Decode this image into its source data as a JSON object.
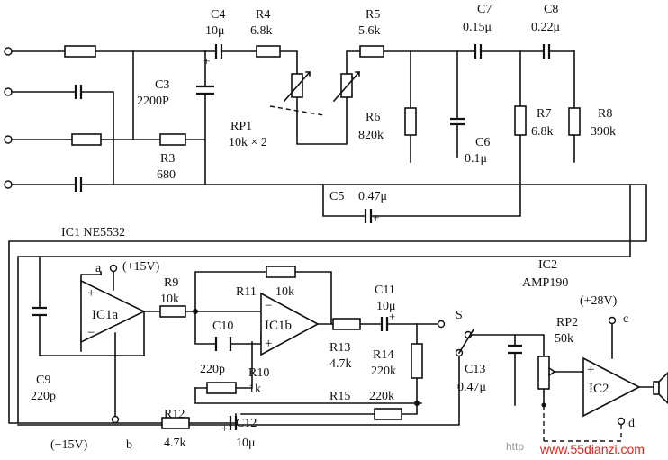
{
  "ic1": {
    "title": "IC1 NE5532",
    "a_label": "IC1a",
    "b_label": "IC1b",
    "pin_a": "a",
    "pin_b": "b",
    "vpos": "(+15V)",
    "vneg": "(−15V)"
  },
  "ic2": {
    "title": "IC2",
    "part": "AMP190",
    "label": "IC2",
    "vpos": "(+28V)",
    "pin_c": "c",
    "pin_d": "d"
  },
  "components": {
    "c3": {
      "name": "C3",
      "value": "2200P"
    },
    "c4": {
      "name": "C4",
      "value": "10μ"
    },
    "r4": {
      "name": "R4",
      "value": "6.8k"
    },
    "r5": {
      "name": "R5",
      "value": "5.6k"
    },
    "c7": {
      "name": "C7",
      "value": "0.15μ"
    },
    "c8": {
      "name": "C8",
      "value": "0.22μ"
    },
    "rp1": {
      "name": "RP1",
      "value": "10k × 2"
    },
    "r6": {
      "name": "R6",
      "value": "820k"
    },
    "c6": {
      "name": "C6",
      "value": "0.1μ"
    },
    "r7": {
      "name": "R7",
      "value": "6.8k"
    },
    "r8": {
      "name": "R8",
      "value": "390k"
    },
    "r3": {
      "name": "R3",
      "value": "680"
    },
    "c5": {
      "name": "C5",
      "value": "0.47μ"
    },
    "r9": {
      "name": "R9",
      "value": "10k"
    },
    "r11": {
      "name": "R11",
      "value": "10k"
    },
    "c11": {
      "name": "C11",
      "value": "10μ"
    },
    "c10": {
      "name": "C10",
      "value": "220p"
    },
    "r10": {
      "name": "R10",
      "value": "1k"
    },
    "r13": {
      "name": "R13",
      "value": "4.7k"
    },
    "r14": {
      "name": "R14",
      "value": "220k"
    },
    "c9": {
      "name": "C9",
      "value": "220p"
    },
    "r15": {
      "name": "R15",
      "value": "220k"
    },
    "c13": {
      "name": "C13",
      "value": "0.47μ"
    },
    "rp2": {
      "name": "RP2",
      "value": "50k"
    },
    "r12": {
      "name": "R12",
      "value": "4.7k"
    },
    "c12": {
      "name": "C12",
      "value": "10μ"
    }
  },
  "switch_label": "S",
  "watermark": {
    "prefix": "http",
    "site": "www.55dianzi.com"
  }
}
